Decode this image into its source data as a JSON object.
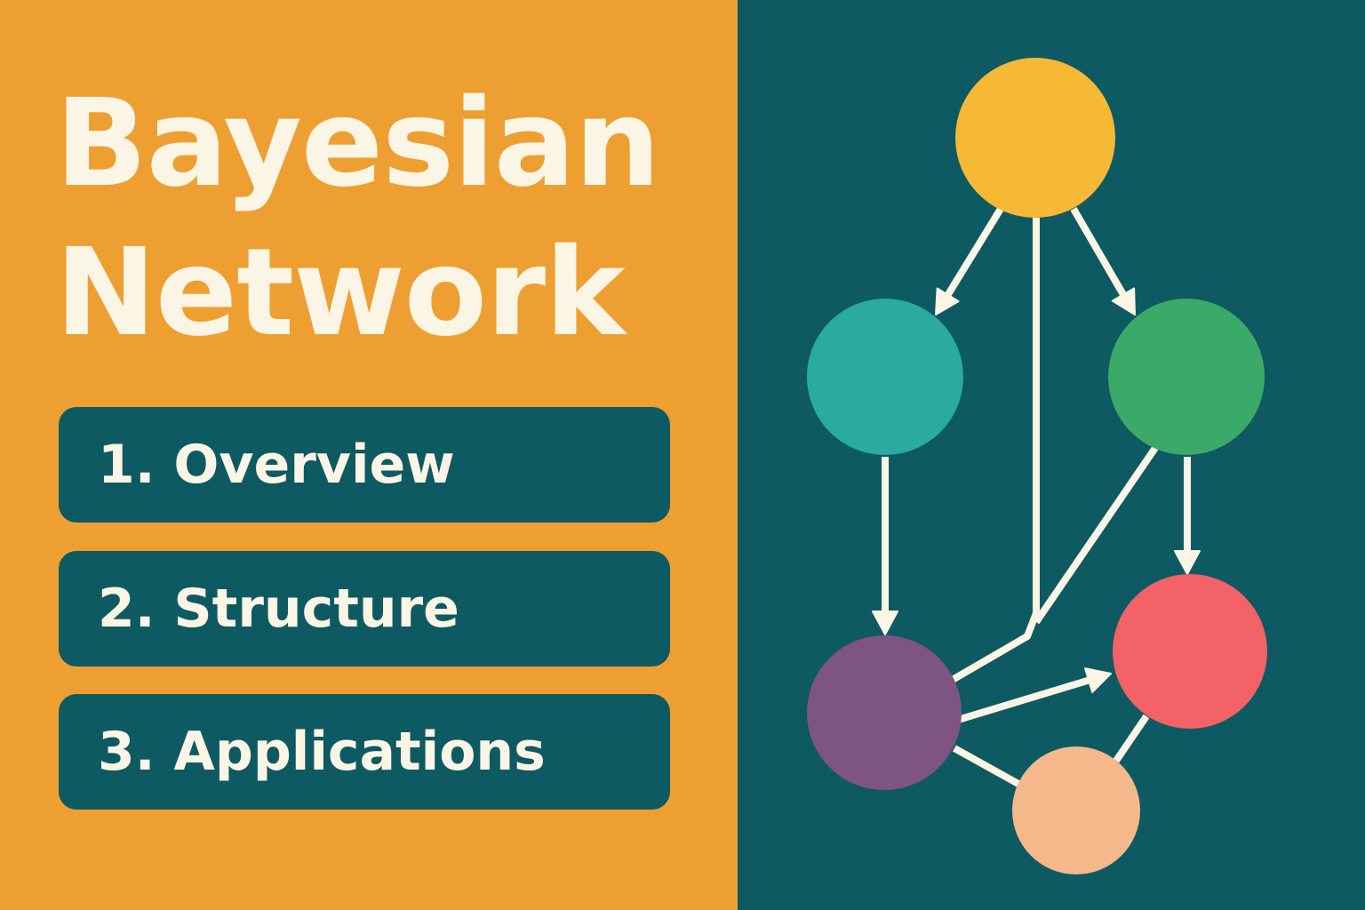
{
  "title": {
    "line1": "Bayesian",
    "line2": "Network"
  },
  "menu": {
    "items": [
      {
        "label": "1. Overview"
      },
      {
        "label": "2. Structure"
      },
      {
        "label": "3. Applications"
      }
    ]
  },
  "colors": {
    "left_background": "#EE9F32",
    "right_background": "#0E5A62",
    "menu_background": "#0E5A62",
    "text": "#FBF5E6",
    "edge": "#FBF5E6",
    "node_top": "#F6B935",
    "node_teal": "#2AAAA0",
    "node_green": "#3BAA68",
    "node_purple": "#7E5483",
    "node_red": "#F26266",
    "node_peach": "#F5B88A"
  },
  "diagram": {
    "nodes": [
      {
        "id": "top",
        "color": "node_top"
      },
      {
        "id": "teal",
        "color": "node_teal"
      },
      {
        "id": "green",
        "color": "node_green"
      },
      {
        "id": "purple",
        "color": "node_purple"
      },
      {
        "id": "red",
        "color": "node_red"
      },
      {
        "id": "peach",
        "color": "node_peach"
      }
    ],
    "edges": [
      {
        "from": "top",
        "to": "teal",
        "arrow": true
      },
      {
        "from": "top",
        "to": "green",
        "arrow": true
      },
      {
        "from": "top",
        "to": "purple",
        "arrow": false
      },
      {
        "from": "teal",
        "to": "purple",
        "arrow": true
      },
      {
        "from": "green",
        "to": "red",
        "arrow": true
      },
      {
        "from": "green",
        "to": "purple",
        "arrow": false
      },
      {
        "from": "purple",
        "to": "red",
        "arrow": true
      },
      {
        "from": "purple",
        "to": "peach",
        "arrow": false
      },
      {
        "from": "red",
        "to": "peach",
        "arrow": false
      }
    ]
  }
}
